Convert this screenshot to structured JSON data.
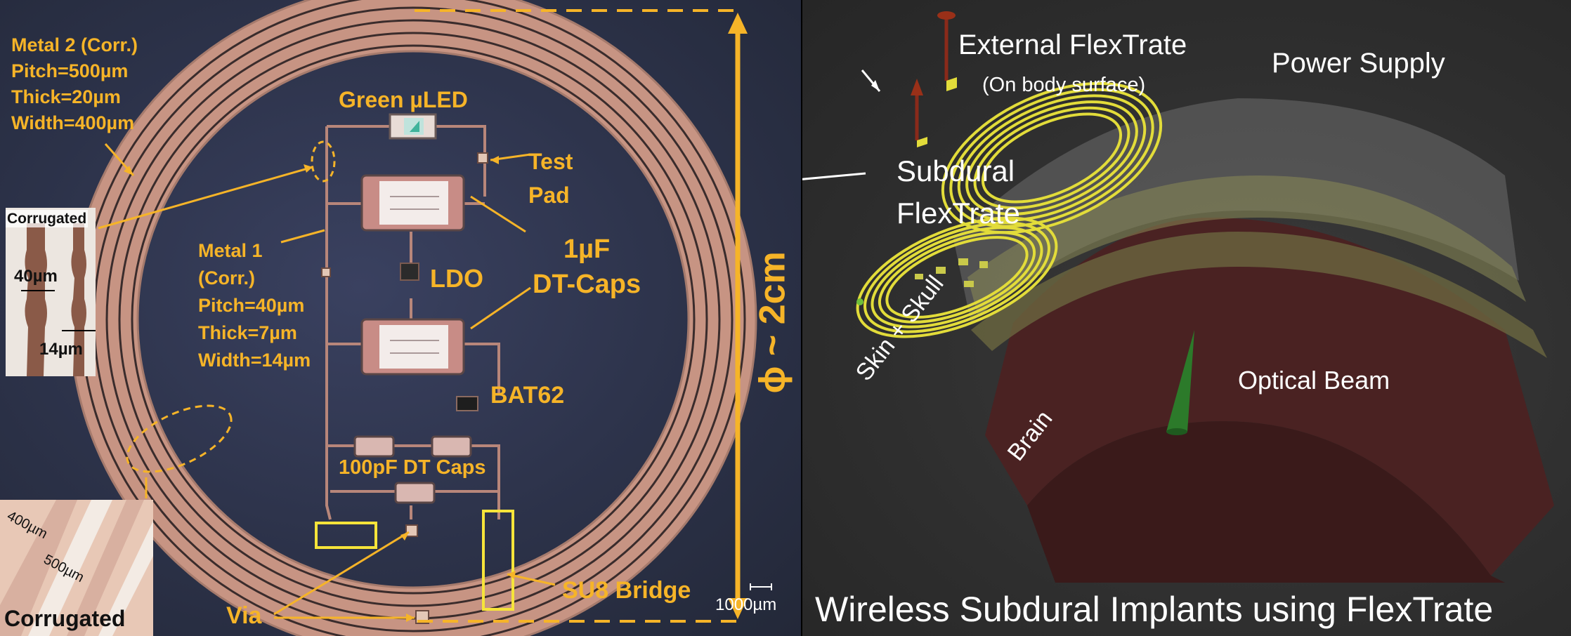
{
  "left_panel": {
    "metal2_lines": [
      "Metal 2 (Corr.)",
      "Pitch=500µm",
      "Thick=20µm",
      "Width=400µm"
    ],
    "metal1_lines": [
      "Metal 1",
      "(Corr.)",
      "Pitch=40µm",
      "Thick=7µm",
      "Width=14µm"
    ],
    "green_uled": "Green µLED",
    "test_pad_lines": [
      "Test",
      "Pad"
    ],
    "dt_caps_lines": [
      "1µF",
      "DT-Caps"
    ],
    "ldo": "LDO",
    "bat62": "BAT62",
    "pf_caps": "100pF DT Caps",
    "su8_bridge": "SU8 Bridge",
    "via": "Via",
    "diameter": "ϕ ~ 2cm",
    "scale_bar": "1000µm",
    "inset_top": {
      "title": "Corrugated",
      "dim1": "40µm",
      "dim2": "14µm"
    },
    "inset_bottom": {
      "title": "Corrugated",
      "dim1": "400µm",
      "dim2": "500µm"
    }
  },
  "right_panel": {
    "external_title": "External FlexTrate",
    "external_sub": "(On body surface)",
    "power_supply": "Power Supply",
    "subdural_lines": [
      "Subdural",
      "FlexTrate"
    ],
    "skin_skull": "Skin + Skull",
    "brain": "Brain",
    "optical_beam": "Optical Beam",
    "caption": "Wireless Subdural Implants using FlexTrate"
  },
  "colors": {
    "annotation": "#f6b428",
    "copper": "#c79483",
    "coil_gold": "#e2dc3a",
    "led_green": "#6fbf3a"
  }
}
